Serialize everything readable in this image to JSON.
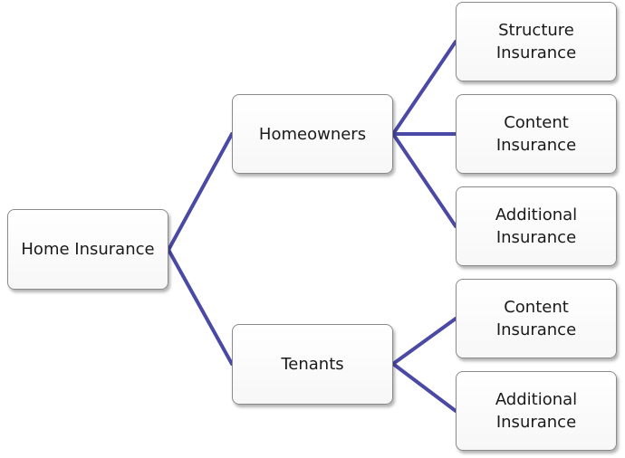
{
  "diagram": {
    "line_color": "#4a4aa6",
    "box_border_color": "#8a8a8a",
    "root": {
      "label": "Home Insurance"
    },
    "homeowners": {
      "label": "Homeowners",
      "children": [
        {
          "line1": "Structure",
          "line2": "Insurance"
        },
        {
          "line1": "Content",
          "line2": "Insurance"
        },
        {
          "line1": "Additional",
          "line2": "Insurance"
        }
      ]
    },
    "tenants": {
      "label": "Tenants",
      "children": [
        {
          "line1": "Content",
          "line2": "Insurance"
        },
        {
          "line1": "Additional",
          "line2": "Insurance"
        }
      ]
    }
  }
}
